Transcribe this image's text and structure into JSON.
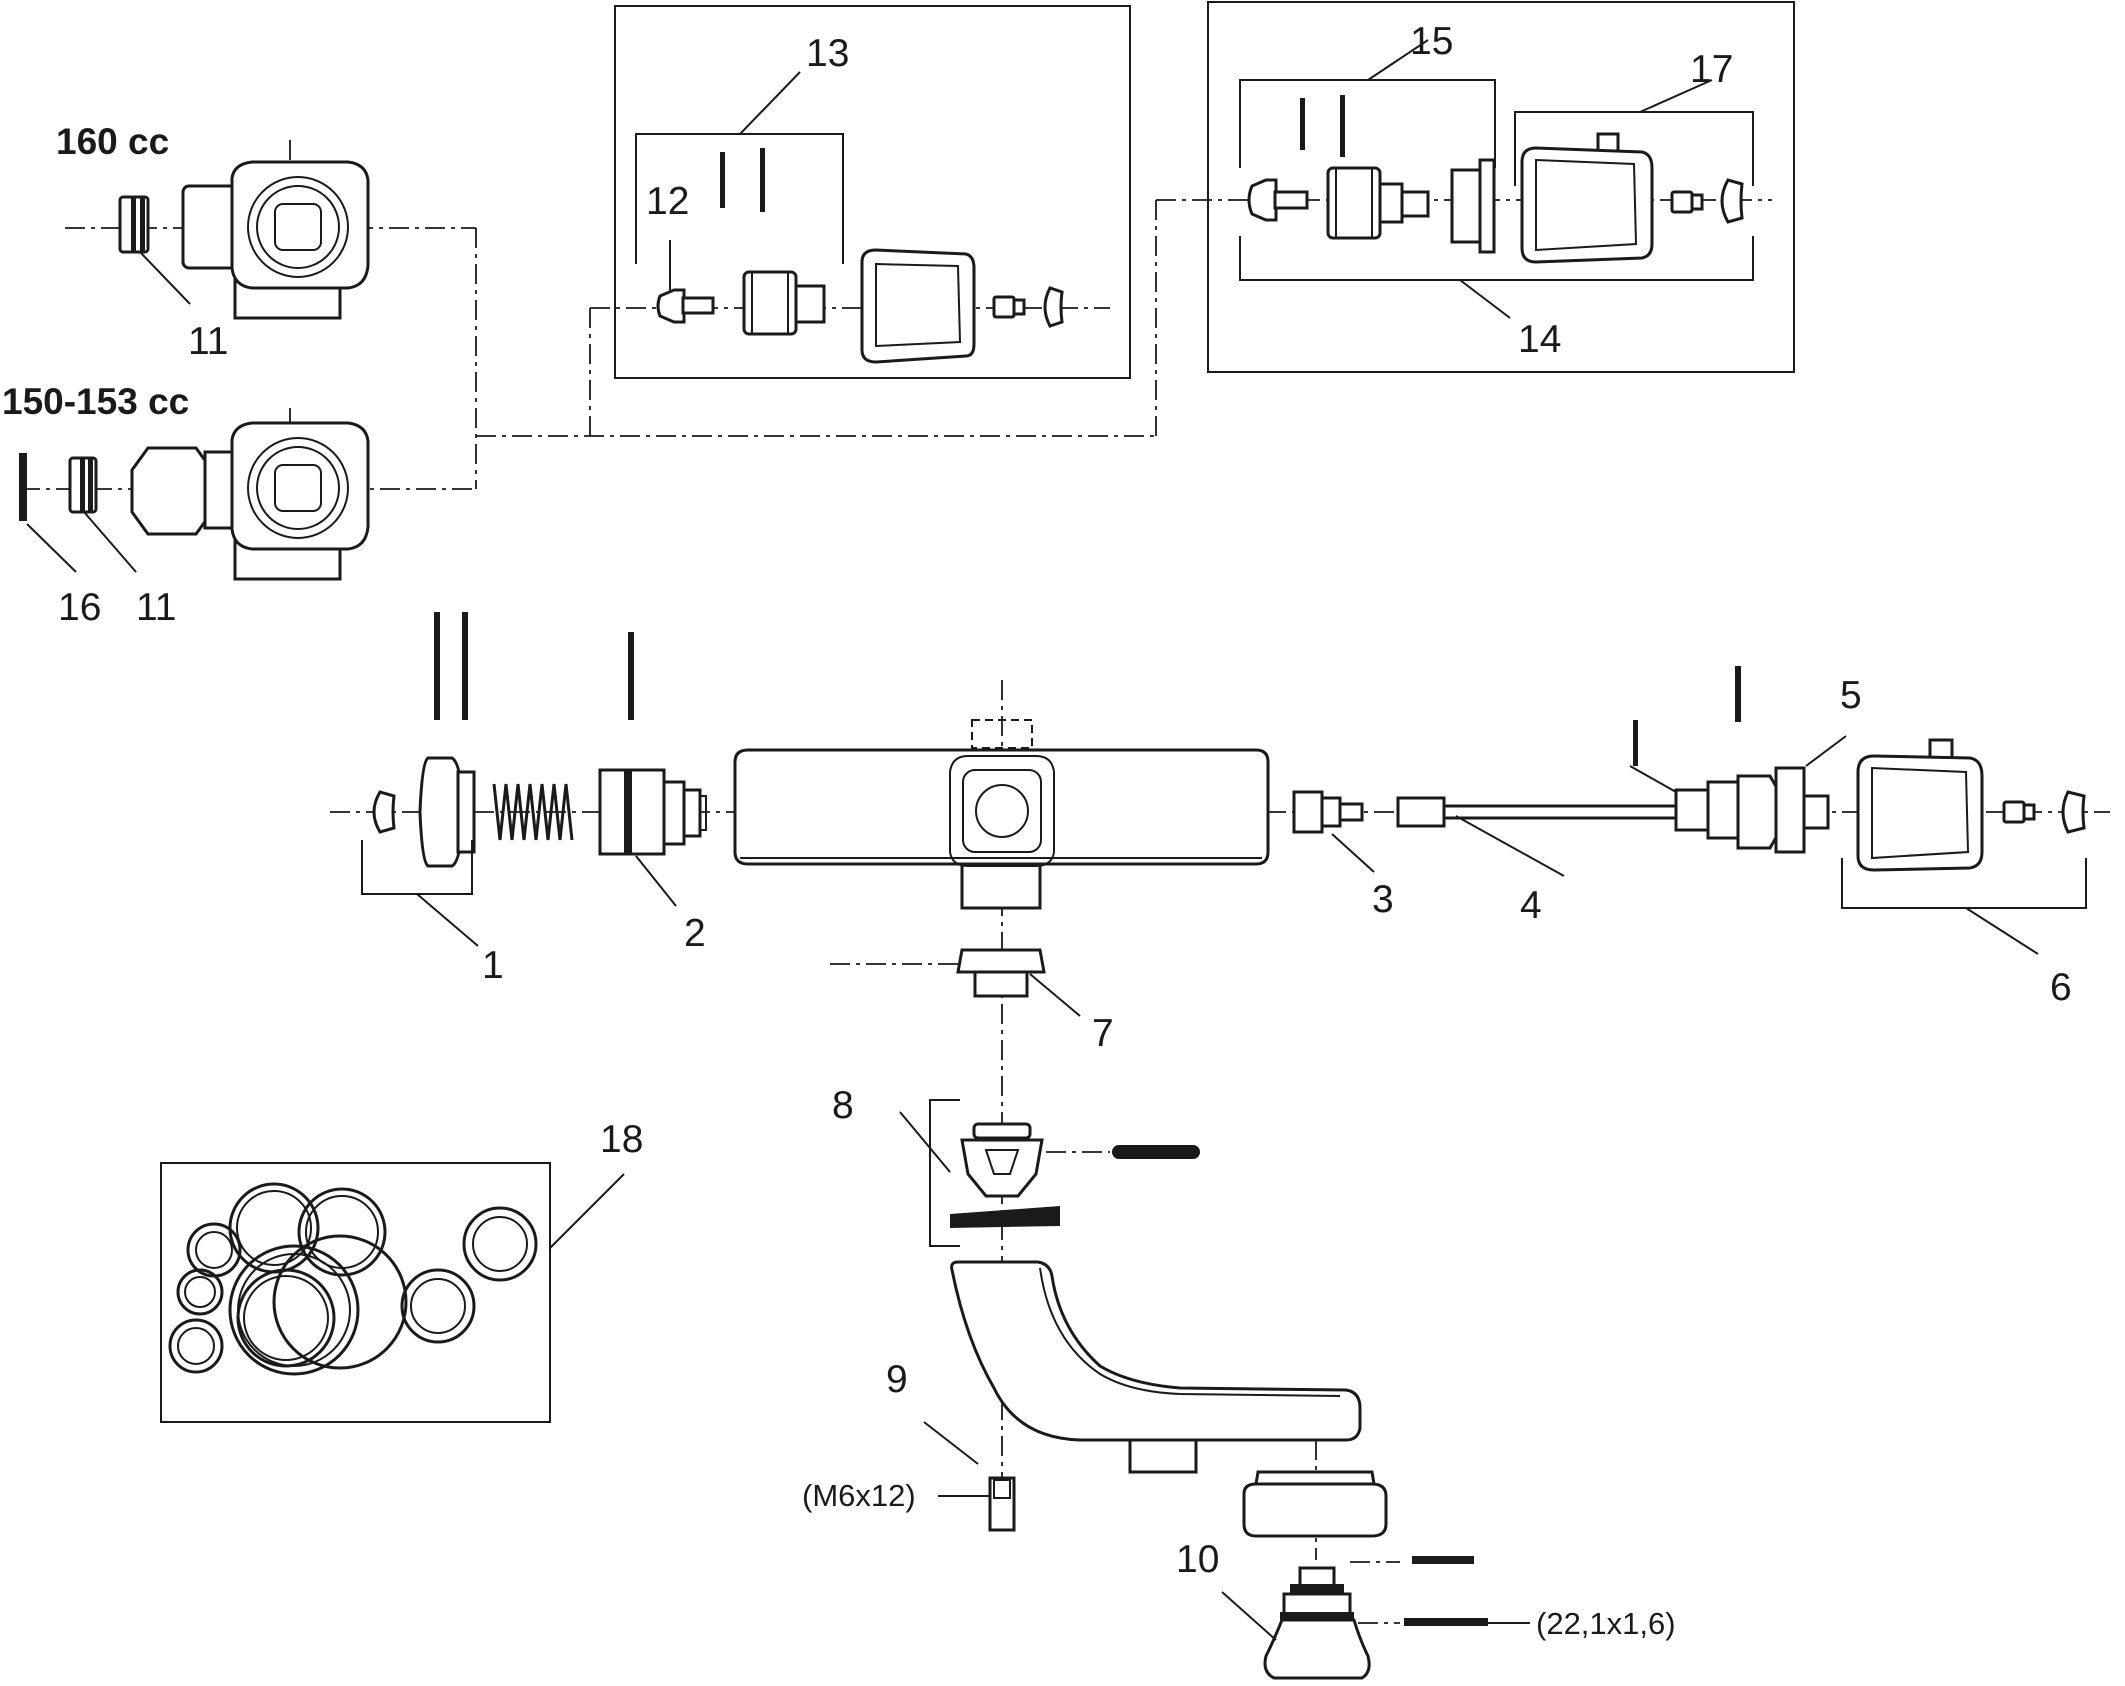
{
  "variants": {
    "v160": "160 cc",
    "v150": "150-153 cc"
  },
  "dimensions": {
    "screw": "(M6x12)",
    "oring": "(22,1x1,6)"
  },
  "callouts": [
    "1",
    "2",
    "3",
    "4",
    "5",
    "6",
    "7",
    "8",
    "9",
    "10",
    "11",
    "11",
    "12",
    "13",
    "14",
    "15",
    "16",
    "17",
    "18"
  ]
}
